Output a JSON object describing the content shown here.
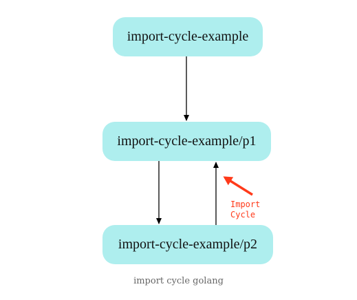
{
  "diagram": {
    "nodes": {
      "root": "import-cycle-example",
      "p1": "import-cycle-example/p1",
      "p2": "import-cycle-example/p2"
    },
    "edges": [
      {
        "from": "import-cycle-example",
        "to": "import-cycle-example/p1"
      },
      {
        "from": "import-cycle-example/p1",
        "to": "import-cycle-example/p2"
      },
      {
        "from": "import-cycle-example/p2",
        "to": "import-cycle-example/p1"
      }
    ],
    "annotation": {
      "line1": "Import",
      "line2": "Cycle",
      "color": "#ff3a1a"
    },
    "node_color": "#aeeeee"
  },
  "caption": "import cycle golang"
}
